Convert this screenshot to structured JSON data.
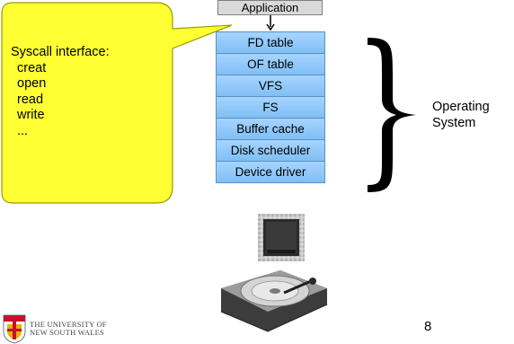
{
  "application": {
    "label": "Application"
  },
  "layers": [
    "FD table",
    "OF table",
    "VFS",
    "FS",
    "Buffer cache",
    "Disk scheduler",
    "Device driver"
  ],
  "callout": {
    "title": "Syscall interface:",
    "items": [
      "creat",
      "open",
      "read",
      "write",
      "..."
    ]
  },
  "brace_label": {
    "line1": "Operating",
    "line2": "System"
  },
  "footer": {
    "university_line1": "THE UNIVERSITY OF",
    "university_line2": "NEW SOUTH WALES",
    "page_number": "8"
  },
  "colors": {
    "layer_fill": "#8cc8fa",
    "layer_border": "#5b8fc7",
    "callout_fill": "#ffff33",
    "callout_border": "#9a9a00",
    "app_fill": "#d9d9d9"
  },
  "icons": {
    "chip": "microchip-icon",
    "disk": "hard-disk-icon",
    "logo": "university-crest-icon"
  }
}
